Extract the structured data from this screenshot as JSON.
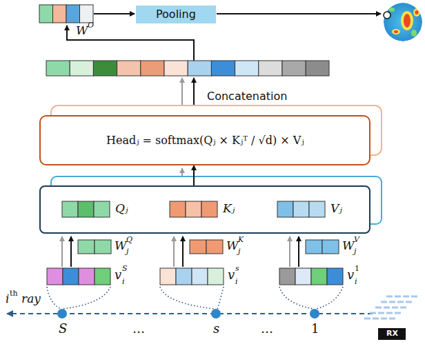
{
  "diagram": {
    "nodes": [
      {
        "text": [
          "Pooling"
        ]
      },
      {
        "text": [
          "Headⱼ = softmax(Qⱼ × Kⱼᵀ / √d) × Vⱼ"
        ]
      },
      {
        "text": [
          "Qⱼ",
          "Kⱼ",
          "Vⱼ"
        ]
      },
      {
        "text": [
          "RX"
        ]
      }
    ],
    "edges": [
      {
        "from": 2,
        "to": 1,
        "arrow": "to"
      }
    ],
    "labels": [
      "Concatenation",
      "W",
      "O",
      "W",
      "j",
      "Q",
      "W",
      "j",
      "K",
      "W",
      "j",
      "V",
      "v",
      "i",
      "S",
      "v",
      "i",
      "s",
      "v",
      "i",
      "1",
      "i",
      "th",
      "ray",
      "S",
      "…",
      "s",
      "…",
      "1"
    ]
  }
}
